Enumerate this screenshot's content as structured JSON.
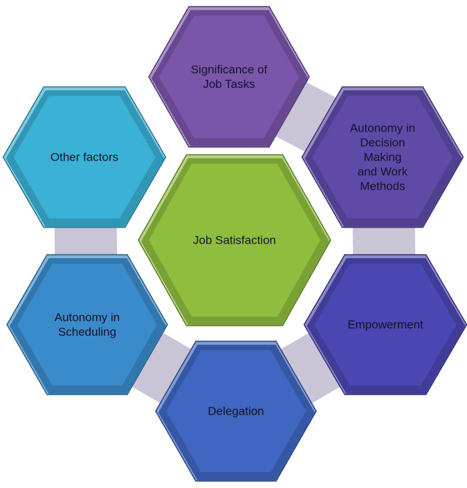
{
  "center": {
    "label": "Job Satisfaction",
    "color": "#8fbd3e"
  },
  "nodes": [
    {
      "id": "significance",
      "label": "Significance of\nJob Tasks",
      "color": "#7a55aa"
    },
    {
      "id": "autonomy-decision",
      "label": "Autonomy in\nDecision Making\nand Work\nMethods",
      "color": "#5f4aa8"
    },
    {
      "id": "empowerment",
      "label": "Empowerment",
      "color": "#4b47b2"
    },
    {
      "id": "delegation",
      "label": "Delegation",
      "color": "#3f66c0"
    },
    {
      "id": "autonomy-scheduling",
      "label": "Autonomy in\nScheduling",
      "color": "#3a8bcb"
    },
    {
      "id": "other-factors",
      "label": "Other factors",
      "color": "#3bb1d6"
    }
  ],
  "connector_color": "#c9c5d6"
}
